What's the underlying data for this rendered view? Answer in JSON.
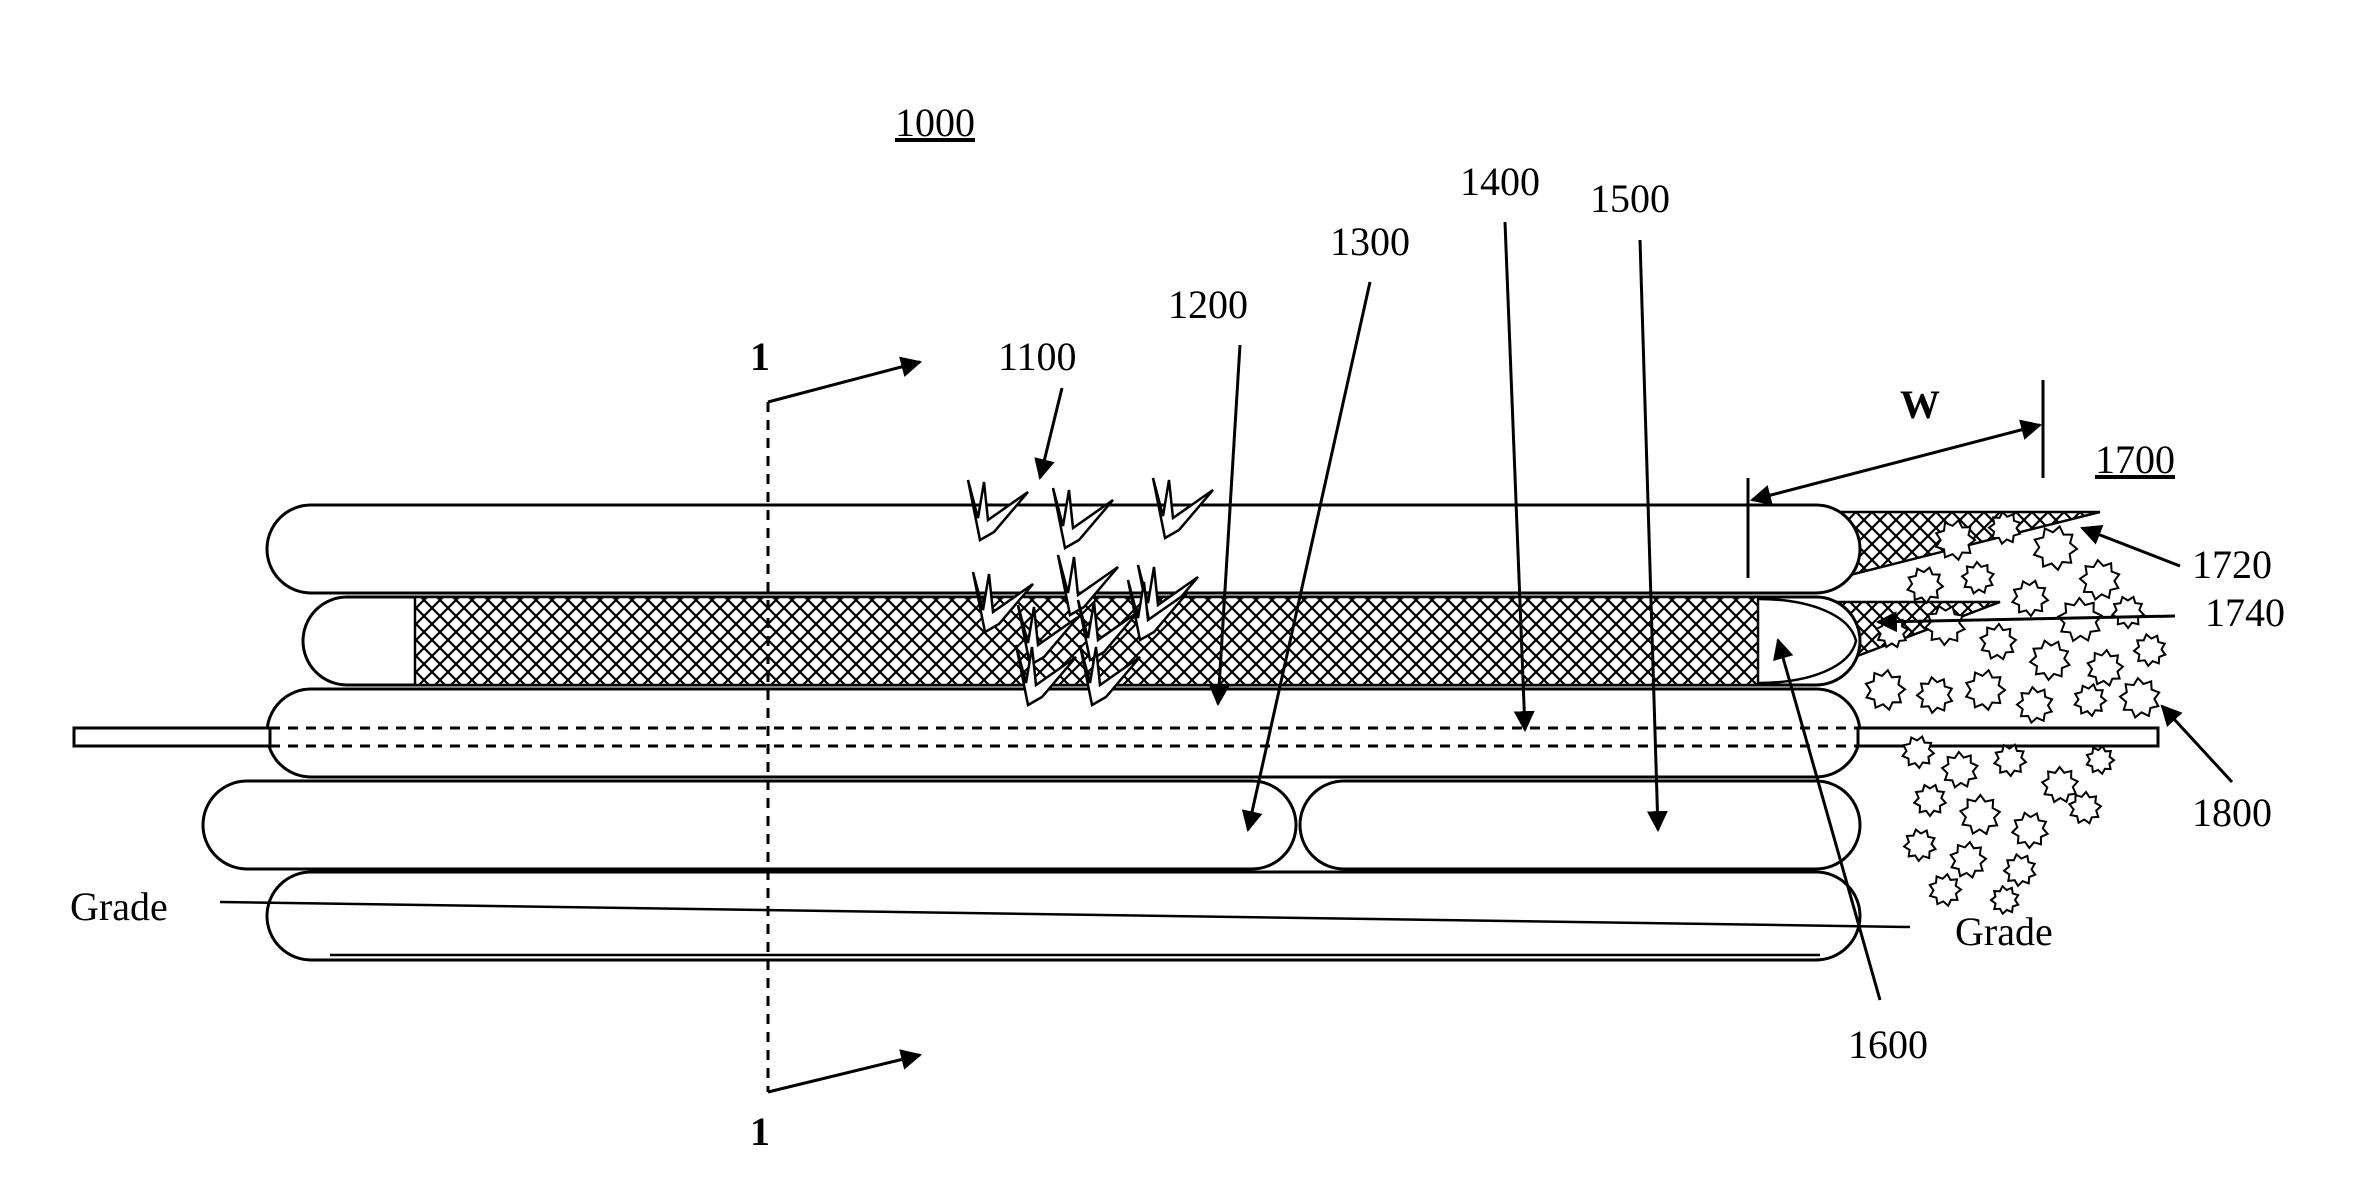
{
  "figure": {
    "number": "1000",
    "section_mark": "1",
    "dimension_label": "W",
    "grade_label": "Grade",
    "labels": {
      "l1100": "1100",
      "l1200": "1200",
      "l1300": "1300",
      "l1400": "1400",
      "l1500": "1500",
      "l1600": "1600",
      "l1700": "1700",
      "l1720": "1720",
      "l1740": "1740",
      "l1800": "1800"
    }
  }
}
